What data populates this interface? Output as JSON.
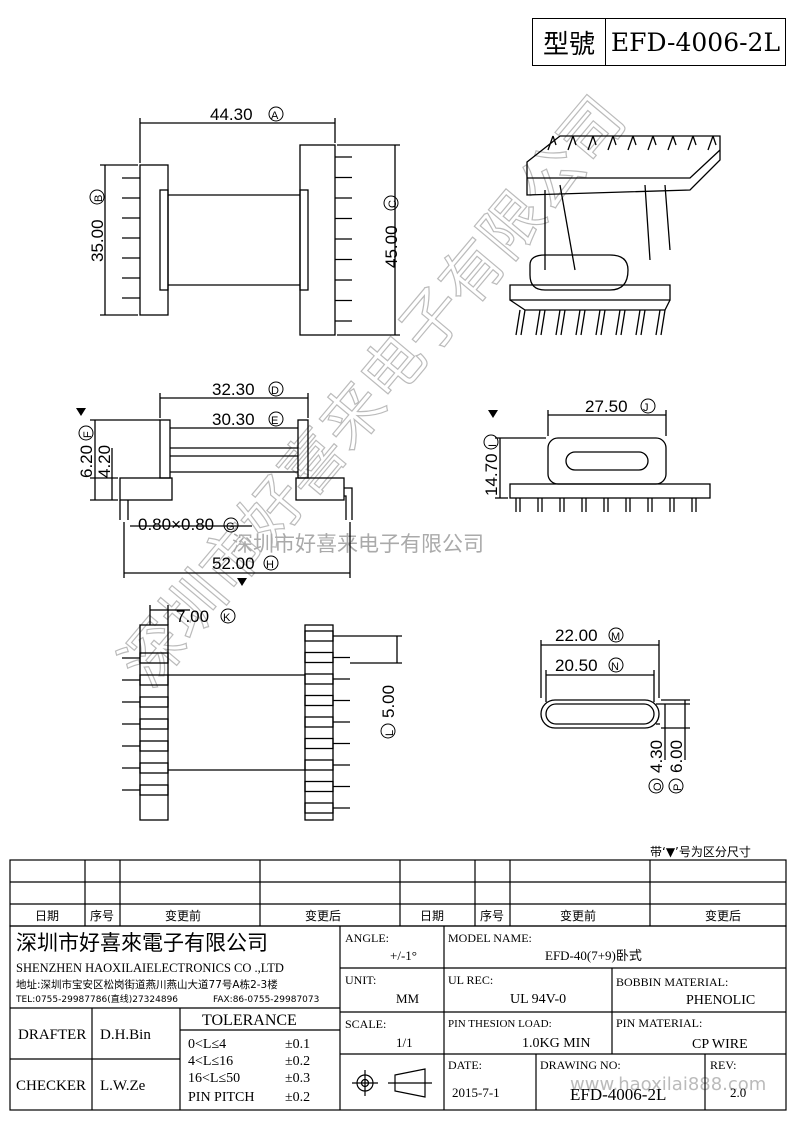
{
  "header": {
    "model_label": "型號",
    "model_value": "EFD-4006-2L"
  },
  "dims": {
    "A": "44.30",
    "B": "35.00",
    "C": "45.00",
    "D": "32.30",
    "E": "30.30",
    "F": "6.20",
    "G": "0.80×0.80",
    "H": "52.00",
    "I": "14.70",
    "J": "27.50",
    "K": "7.00",
    "L": "5.00",
    "M": "22.00",
    "N": "20.50",
    "O": "4.30",
    "P": "6.00",
    "h42": "4.20"
  },
  "dim_letters": [
    "A",
    "B",
    "C",
    "D",
    "E",
    "F",
    "G",
    "H",
    "I",
    "J",
    "K",
    "L",
    "M",
    "N",
    "O",
    "P"
  ],
  "watermark": {
    "diagonal": "深圳市好喜来电子有限公司",
    "center": "深圳市好喜来电子有限公司",
    "bottom": "www.haoxilai888.com"
  },
  "note": "带‘▼’号为区分尺寸",
  "revision_table": {
    "headers": [
      "日期",
      "序号",
      "变更前",
      "变更后",
      "日期",
      "序号",
      "变更前",
      "变更后"
    ]
  },
  "company": {
    "name_cn": "深圳市好喜來電子有限公司",
    "name_en": "SHENZHEN HAOXILAIELECTRONICS CO .,LTD",
    "address": "地址:深圳市宝安区松岗街道燕川燕山大道77号A栋2-3楼",
    "tel": "TEL:0755-29987786(直线)27324896",
    "fax": "FAX:86-0755-29987073"
  },
  "info": {
    "angle_label": "ANGLE:",
    "angle_value": "+/-1°",
    "model_name_label": "MODEL NAME:",
    "model_name_value": "EFD-40(7+9)卧式",
    "unit_label": "UNIT:",
    "unit_value": "MM",
    "ul_label": "UL REC:",
    "ul_value": "UL 94V-0",
    "bobbin_label": "BOBBIN MATERIAL:",
    "bobbin_value": "PHENOLIC",
    "scale_label": "SCALE:",
    "scale_value": "1/1",
    "pin_load_label": "PIN THESION LOAD:",
    "pin_load_value": "1.0KG MIN",
    "pin_material_label": "PIN MATERIAL:",
    "pin_material_value": "CP  WIRE",
    "date_label": "DATE:",
    "date_value": "2015-7-1",
    "drawing_label": "DRAWING NO:",
    "drawing_value": "EFD-4006-2L",
    "rev_label": "REV:",
    "rev_value": "2.0",
    "drafter_label": "DRAFTER",
    "drafter_value": "D.H.Bin",
    "checker_label": "CHECKER",
    "checker_value": "L.W.Ze",
    "tolerance_label": "TOLERANCE",
    "tol": [
      "0<L≤4",
      "±0.1",
      "4<L≤16",
      "±0.2",
      "16<L≤50",
      "±0.3",
      "PIN PITCH",
      "±0.2"
    ]
  }
}
